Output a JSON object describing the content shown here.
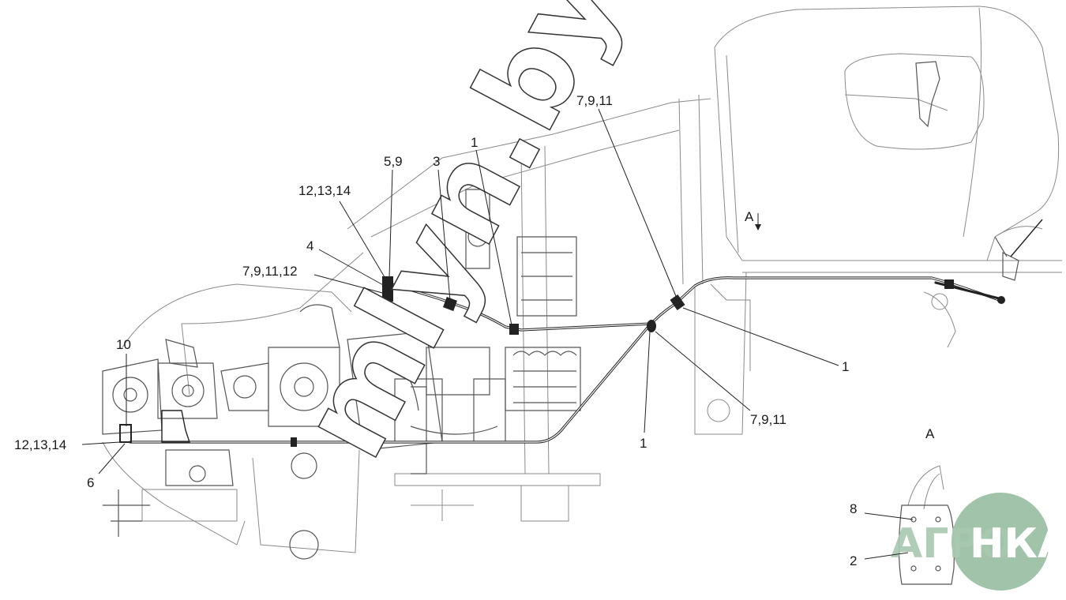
{
  "callouts": {
    "c_7_9_11_top": "7,9,11",
    "c_5_9": "5,9",
    "c_3": "3",
    "c_1_top": "1",
    "c_12_13_14_top": "12,13,14",
    "c_4": "4",
    "c_7_9_11_12": "7,9,11,12",
    "c_10": "10",
    "c_12_13_14_bottom": "12,13,14",
    "c_6": "6",
    "c_1_right": "1",
    "c_7_9_11_right": "7,9,11",
    "c_1_bottom": "1",
    "c_view_arrow": "A",
    "c_view_title": "A",
    "c_8": "8",
    "c_2": "2"
  },
  "watermark": {
    "site_text": "mlyn.by",
    "logo_left": "АГРО",
    "logo_right": "НКА"
  },
  "colors": {
    "line": "#222222",
    "light_line": "#8a8a8a",
    "logo_green": "#8fb89a"
  }
}
